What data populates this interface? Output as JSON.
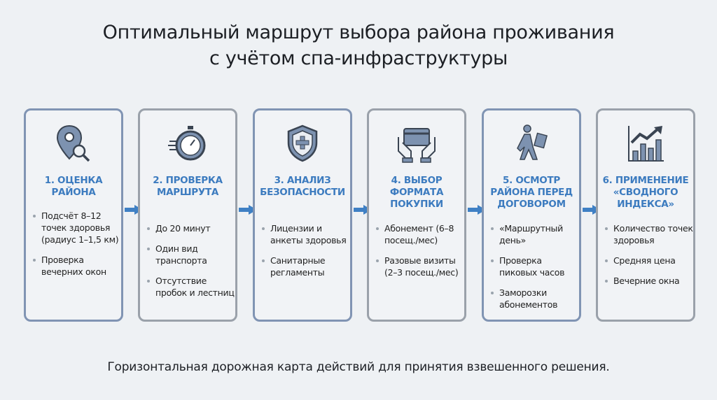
{
  "title_line1": "Оптимальный маршрут выбора района проживания",
  "title_line2": "с учётом спа-инфраструктуры",
  "steps": [
    {
      "icon": "location-search-icon",
      "title": "1. ОЦЕНКА РАЙОНА",
      "items": [
        "Подсчёт 8–12 точек здоровья (радиус 1–1,5 км)",
        "Проверка вечерних окон"
      ]
    },
    {
      "icon": "stopwatch-icon",
      "title": "2. ПРОВЕРКА МАРШРУТА",
      "items": [
        "До 20 минут",
        "Один вид транспорта",
        "Отсутствие пробок и лестниц"
      ]
    },
    {
      "icon": "shield-cross-icon",
      "title": "3. АНАЛИЗ БЕЗОПАСНОСТИ",
      "items": [
        "Лицензии и анкеты здоровья",
        "Санитарные регламенты"
      ]
    },
    {
      "icon": "card-in-hands-icon",
      "title": "4. ВЫБОР ФОРМАТА ПОКУПКИ",
      "items": [
        "Абонемент (6–8 посещ./мес)",
        "Разовые визиты (2–3 посещ./мес)"
      ]
    },
    {
      "icon": "walking-person-icon",
      "title": "5. ОСМОТР РАЙОНА ПЕРЕД ДОГОВОРОМ",
      "items": [
        "«Маршрутный день»",
        "Проверка пиковых часов",
        "Заморозки абонементов"
      ]
    },
    {
      "icon": "growth-chart-icon",
      "title": "6. ПРИМЕНЕНИЕ «СВОДНОГО ИНДЕКСА»",
      "items": [
        "Количество точек здоровья",
        "Средняя цена",
        "Вечерние окна"
      ]
    }
  ],
  "footer": "Горизонтальная дорожная карта действий для принятия взвешенного решения.",
  "colors": {
    "accent": "#3c7bbf",
    "icon": "#7d92b0",
    "arrow": "#3f80c4"
  }
}
